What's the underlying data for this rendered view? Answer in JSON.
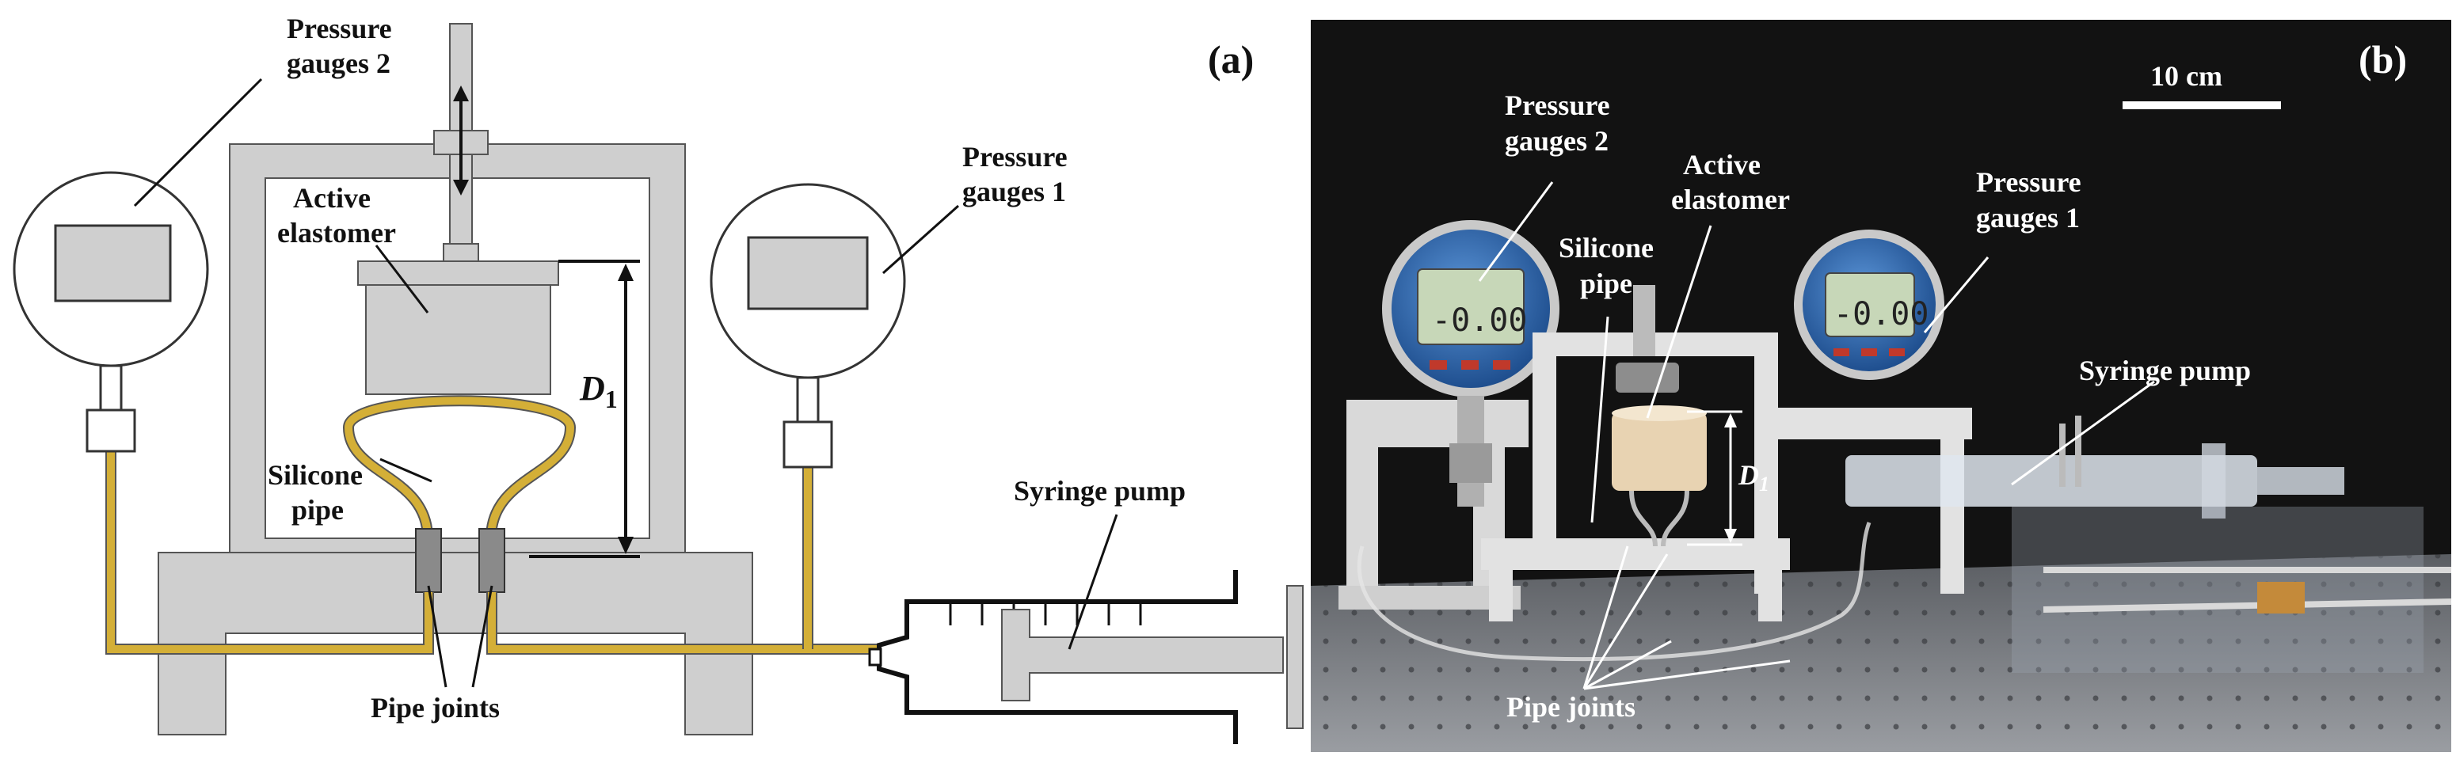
{
  "panel_a": {
    "label": "(a)",
    "gauge2_label": [
      "Pressure",
      "gauges 2"
    ],
    "gauge1_label": [
      "Pressure",
      "gauges 1"
    ],
    "elastomer_label": [
      "Active",
      "elastomer"
    ],
    "silicone_label": [
      "Silicone",
      "pipe"
    ],
    "d1_main": "D",
    "d1_sub": "1",
    "syringe_label": "Syringe pump",
    "joints_label": "Pipe joints"
  },
  "panel_b": {
    "label": "(b)",
    "scale_label": "10 cm",
    "gauge2_label": [
      "Pressure",
      "gauges 2"
    ],
    "elastomer_label": [
      "Active",
      "elastomer"
    ],
    "silicone_label": [
      "Silicone",
      "pipe"
    ],
    "gauge1_label": [
      "Pressure",
      "gauges 1"
    ],
    "syringe_label": "Syringe pump",
    "d1_main": "D",
    "d1_sub": "1",
    "joints_label": "Pipe joints",
    "gauge_reading": "-0.00"
  },
  "colors": {
    "frame_gray": "#cfcfcf",
    "tube_gold": "#d4af37",
    "photo_background": "#121212",
    "gauge_blue": "#2e6bb8"
  }
}
